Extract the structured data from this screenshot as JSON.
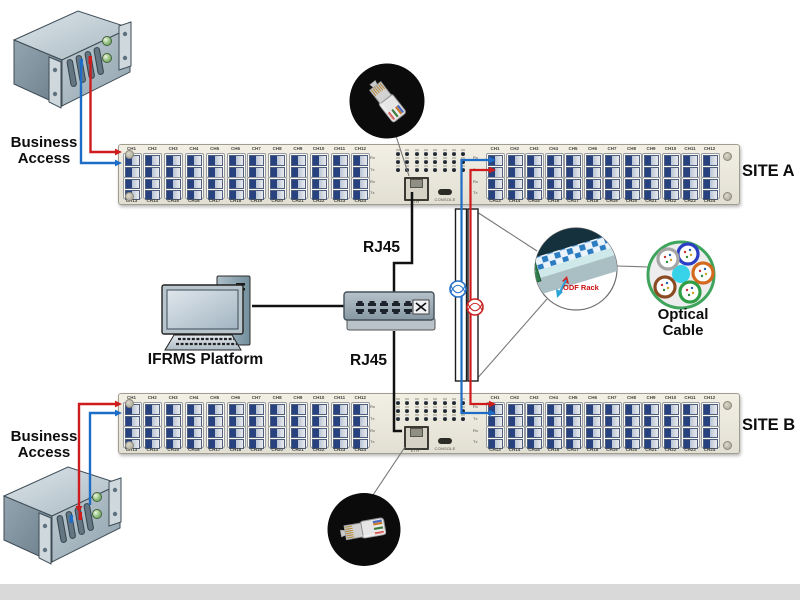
{
  "devices": {
    "business_access_top": {
      "label": "Business Access"
    },
    "business_access_bottom": {
      "label": "Business Access"
    },
    "ifrms_platform": {
      "label": "IFRMS Platform"
    }
  },
  "sites": [
    {
      "id": "site-a",
      "label": "SITE A"
    },
    {
      "id": "site-b",
      "label": "SITE B"
    }
  ],
  "panel_template": {
    "channels_top": [
      "CH1",
      "CH2",
      "CH3",
      "CH4",
      "CH5",
      "CH6",
      "CH7",
      "CH8",
      "CH9",
      "CH10",
      "CH11",
      "CH12"
    ],
    "channels_bottom": [
      "CH13",
      "CH14",
      "CH15",
      "CH16",
      "CH17",
      "CH18",
      "CH19",
      "CH20",
      "CH21",
      "CH22",
      "CH23",
      "CH24"
    ],
    "port_labels": {
      "rx": "Rx",
      "tx": "Tx",
      "eth": "ETH",
      "console": "CONSOLE"
    }
  },
  "connections": {
    "rj45_top": "RJ45",
    "rj45_bottom": "RJ45"
  },
  "callouts": {
    "odf_rack": "ODF Rack",
    "optical_cable": "Optical Cable"
  },
  "colors": {
    "fiber_blue": "#1d6cc6",
    "fiber_red": "#ce1c1c",
    "eth_cable_black": "#111111",
    "panel_beige": "#ece8dc",
    "connector_blue": "#27427f",
    "optical_ring_green": "#3fa45c",
    "optical_core_cyan": "#38d2e8",
    "odf_text_red": "#cc1111",
    "tube_colors": [
      "#2b3fc4",
      "#a6a6a6",
      "#d2691e",
      "#8a4a22",
      "#2f9e44"
    ]
  }
}
